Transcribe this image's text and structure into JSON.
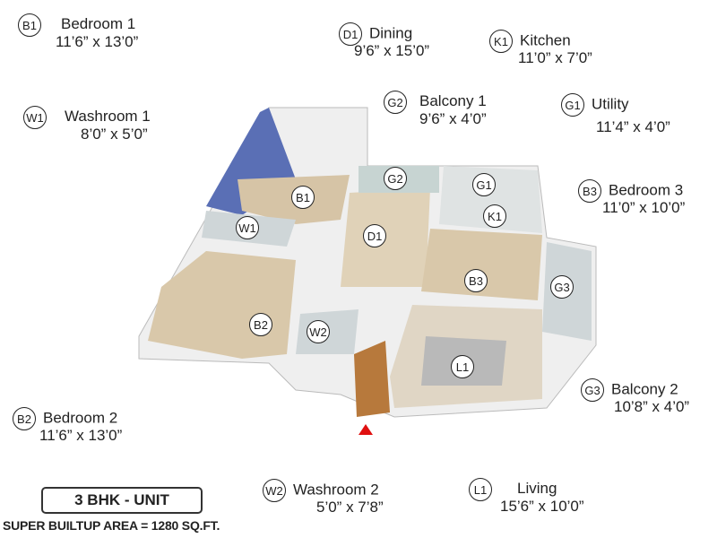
{
  "rooms": [
    {
      "code": "B1",
      "name": "Bedroom 1",
      "dim": "11’6” x 13’0”"
    },
    {
      "code": "W1",
      "name": "Washroom 1",
      "dim": "8’0” x 5’0”"
    },
    {
      "code": "D1",
      "name": "Dining",
      "dim": "9’6” x 15’0”"
    },
    {
      "code": "K1",
      "name": "Kitchen",
      "dim": "11’0” x 7’0”"
    },
    {
      "code": "G2",
      "name": "Balcony 1",
      "dim": "9’6” x 4’0”"
    },
    {
      "code": "G1",
      "name": "Utility",
      "dim": "11’4” x 4’0”"
    },
    {
      "code": "B3",
      "name": "Bedroom 3",
      "dim": "11’0” x 10’0”"
    },
    {
      "code": "G3",
      "name": "Balcony 2",
      "dim": "10’8” x 4’0”"
    },
    {
      "code": "B2",
      "name": "Bedroom 2",
      "dim": "11’6” x 13’0”"
    },
    {
      "code": "W2",
      "name": "Washroom 2",
      "dim": "5’0” x 7’8”"
    },
    {
      "code": "L1",
      "name": "Living",
      "dim": "15’6” x 10’0”"
    }
  ],
  "unit_label": "3 BHK - UNIT",
  "area_label": "SUPER BUILTUP AREA = 1280 SQ.FT.",
  "colors": {
    "entry_arrow": "#e01010",
    "wall": "#e8e8e8",
    "floor": "#d9c7a8"
  }
}
